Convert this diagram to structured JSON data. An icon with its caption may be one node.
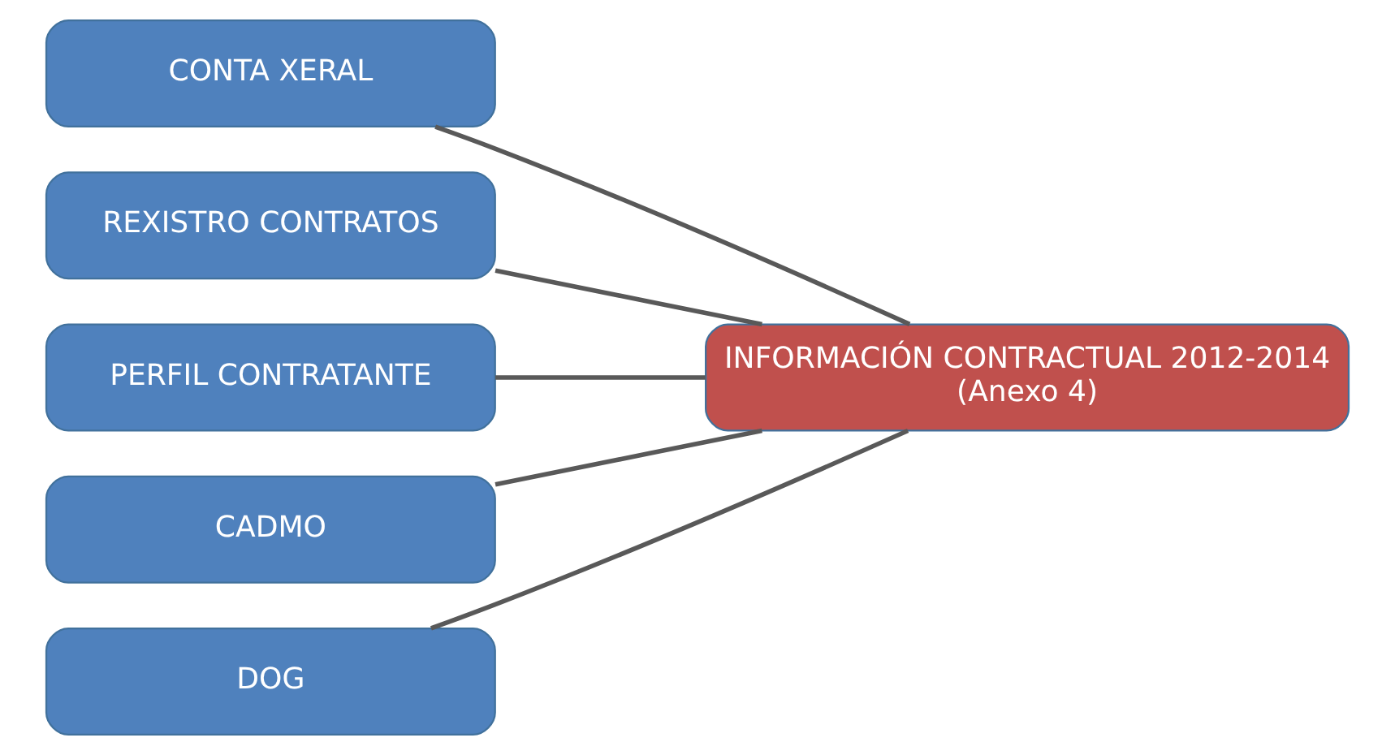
{
  "diagram": {
    "nodes": [
      {
        "text": [
          "CONTA XERAL"
        ]
      },
      {
        "text": [
          "REXISTRO CONTRATOS"
        ]
      },
      {
        "text": [
          "PERFIL CONTRATANTE"
        ]
      },
      {
        "text": [
          "CADMO"
        ]
      },
      {
        "text": [
          "DOG"
        ]
      },
      {
        "text": [
          "INFORMACIÓN CONTRACTUAL 2012-2014",
          "(Anexo 4)"
        ]
      }
    ],
    "edges": [
      {
        "from": 0,
        "to": 5,
        "arrow": "none"
      },
      {
        "from": 1,
        "to": 5,
        "arrow": "none"
      },
      {
        "from": 2,
        "to": 5,
        "arrow": "none"
      },
      {
        "from": 3,
        "to": 5,
        "arrow": "none"
      },
      {
        "from": 4,
        "to": 5,
        "arrow": "none"
      }
    ]
  }
}
